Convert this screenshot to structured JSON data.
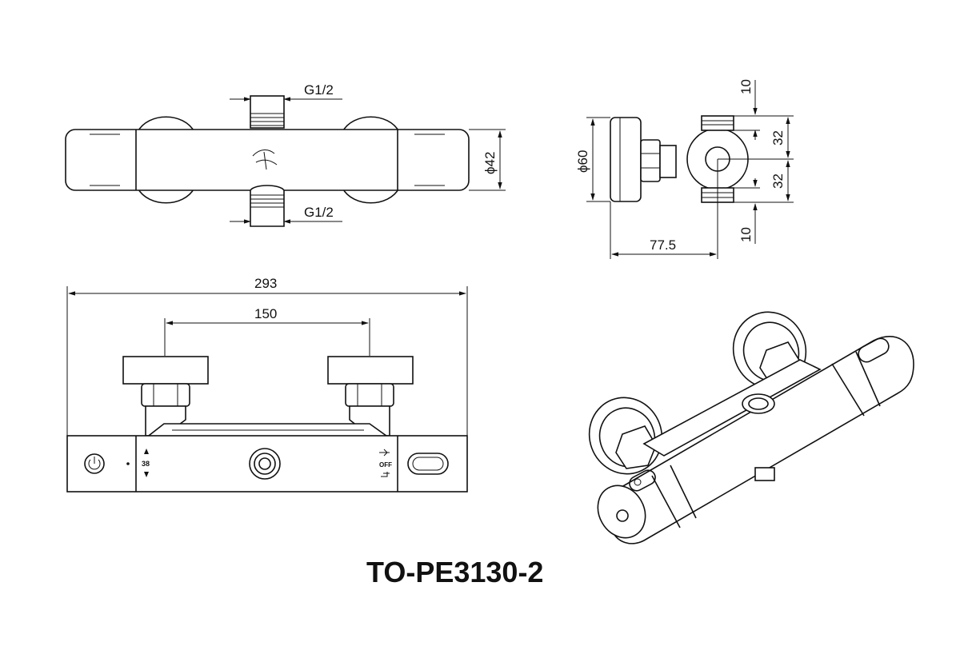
{
  "title": "TO-PE3130-2",
  "top_view": {
    "inlet_top_label": "G1/2",
    "inlet_bottom_label": "G1/2",
    "diameter_label": "ϕ42"
  },
  "side_view": {
    "diameter_label": "ϕ60",
    "depth_label": "77.5",
    "top_offset_label": "10",
    "upper_spacing_label": "32",
    "lower_spacing_label": "32",
    "bottom_offset_label": "10"
  },
  "front_view": {
    "overall_length_label": "293",
    "center_distance_label": "150"
  }
}
